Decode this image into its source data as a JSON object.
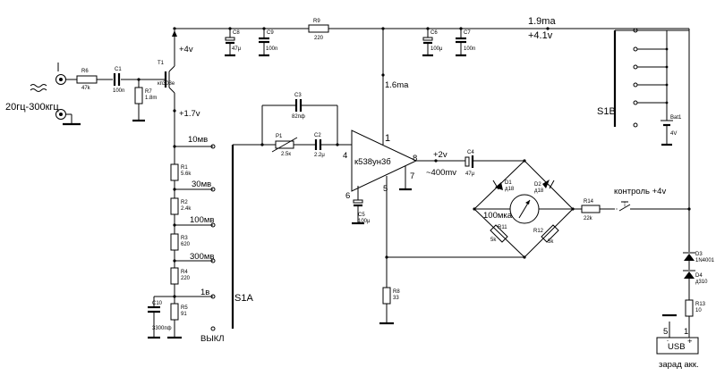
{
  "input": {
    "range": "20гц-300кгц"
  },
  "resistors": {
    "R6": {
      "ref": "R6",
      "val": "47k"
    },
    "R7": {
      "ref": "R7",
      "val": "1.8m"
    },
    "R1": {
      "ref": "R1",
      "val": "5.6k"
    },
    "R2": {
      "ref": "R2",
      "val": "2.4k"
    },
    "R3": {
      "ref": "R3",
      "val": "620"
    },
    "R4": {
      "ref": "R4",
      "val": "220"
    },
    "R5": {
      "ref": "R5",
      "val": "91"
    },
    "R9": {
      "ref": "R9",
      "val": "220"
    },
    "R8": {
      "ref": "R8",
      "val": "33"
    },
    "R11": {
      "ref": "R11",
      "val": "5k"
    },
    "R12": {
      "ref": "R12",
      "val": "5k"
    },
    "R13": {
      "ref": "R13",
      "val": "10"
    },
    "R14": {
      "ref": "R14",
      "val": "22k"
    },
    "P1": {
      "ref": "P1",
      "val": "2.5к"
    }
  },
  "capacitors": {
    "C1": {
      "ref": "C1",
      "val": "100n"
    },
    "C2": {
      "ref": "C2",
      "val": "2.2μ"
    },
    "C3": {
      "ref": "C3",
      "val": "82пф"
    },
    "C4": {
      "ref": "C4",
      "val": "47μ"
    },
    "C5": {
      "ref": "C5",
      "val": "100μ"
    },
    "C6": {
      "ref": "C6",
      "val": "100μ"
    },
    "C7": {
      "ref": "C7",
      "val": "100n"
    },
    "C8": {
      "ref": "C8",
      "val": "47μ"
    },
    "C9": {
      "ref": "C9",
      "val": "100n"
    },
    "C10": {
      "ref": "C10",
      "val": "3300пф"
    }
  },
  "semis": {
    "T1": {
      "ref": "T1",
      "val": "кп303е"
    },
    "D1": {
      "ref": "D1",
      "val": "д18"
    },
    "D2": {
      "ref": "D2",
      "val": "д18"
    },
    "D3": {
      "ref": "D3",
      "val": "1N4001"
    },
    "D4": {
      "ref": "D4",
      "val": "д310"
    },
    "U1": {
      "val": "к538ун3б"
    }
  },
  "levels": {
    "src": "+4v",
    "gate": "+1.7v",
    "top_current": "1.9ma",
    "top_voltage": "+4.1v",
    "op_current": "1.6ma",
    "out_dc": "+2v",
    "out_ac": "~400mv"
  },
  "switch_a": {
    "name": "S1A",
    "positions": [
      "10мв",
      "30мв",
      "100мв",
      "300мв",
      "1в",
      "ВЫКЛ"
    ]
  },
  "switch_b": {
    "name": "S1B"
  },
  "pins": {
    "p1": "1",
    "p4": "4",
    "p5": "5",
    "p6": "6",
    "p7": "7",
    "p8": "8"
  },
  "meter": {
    "label": "100мка"
  },
  "battery": {
    "ref": "Bat1",
    "val": "4V"
  },
  "control": {
    "label": "контроль +4v"
  },
  "usb": {
    "label": "USB",
    "pin5": "5",
    "pin1": "1",
    "plus": "+",
    "minus": "-",
    "caption": "зарад акк."
  }
}
